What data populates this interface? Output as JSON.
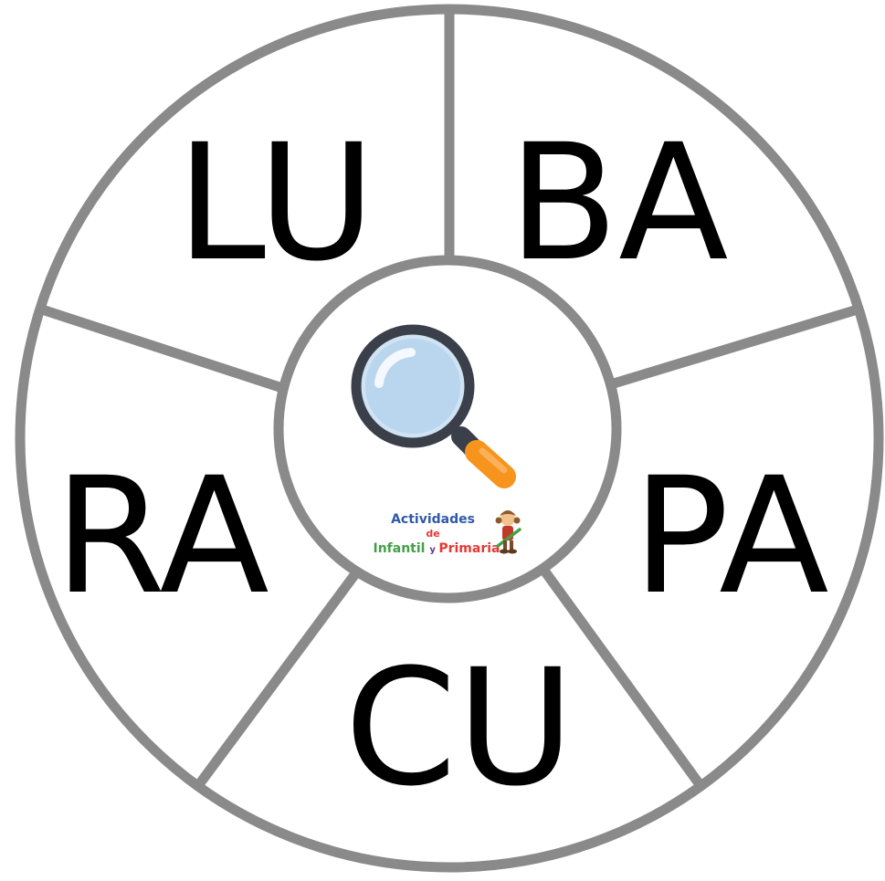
{
  "wheel": {
    "syllables": [
      "LU",
      "BA",
      "PA",
      "CU",
      "RA"
    ],
    "ring_color": "#8a8a8a",
    "background": "#ffffff",
    "text_color": "#000000"
  },
  "center": {
    "icon": "magnifying-glass-icon",
    "logo": {
      "line1": "Actividades",
      "line2": "de",
      "line3_part1": "Infantil",
      "line3_part2": "y",
      "line3_part3": "Primaria"
    }
  }
}
